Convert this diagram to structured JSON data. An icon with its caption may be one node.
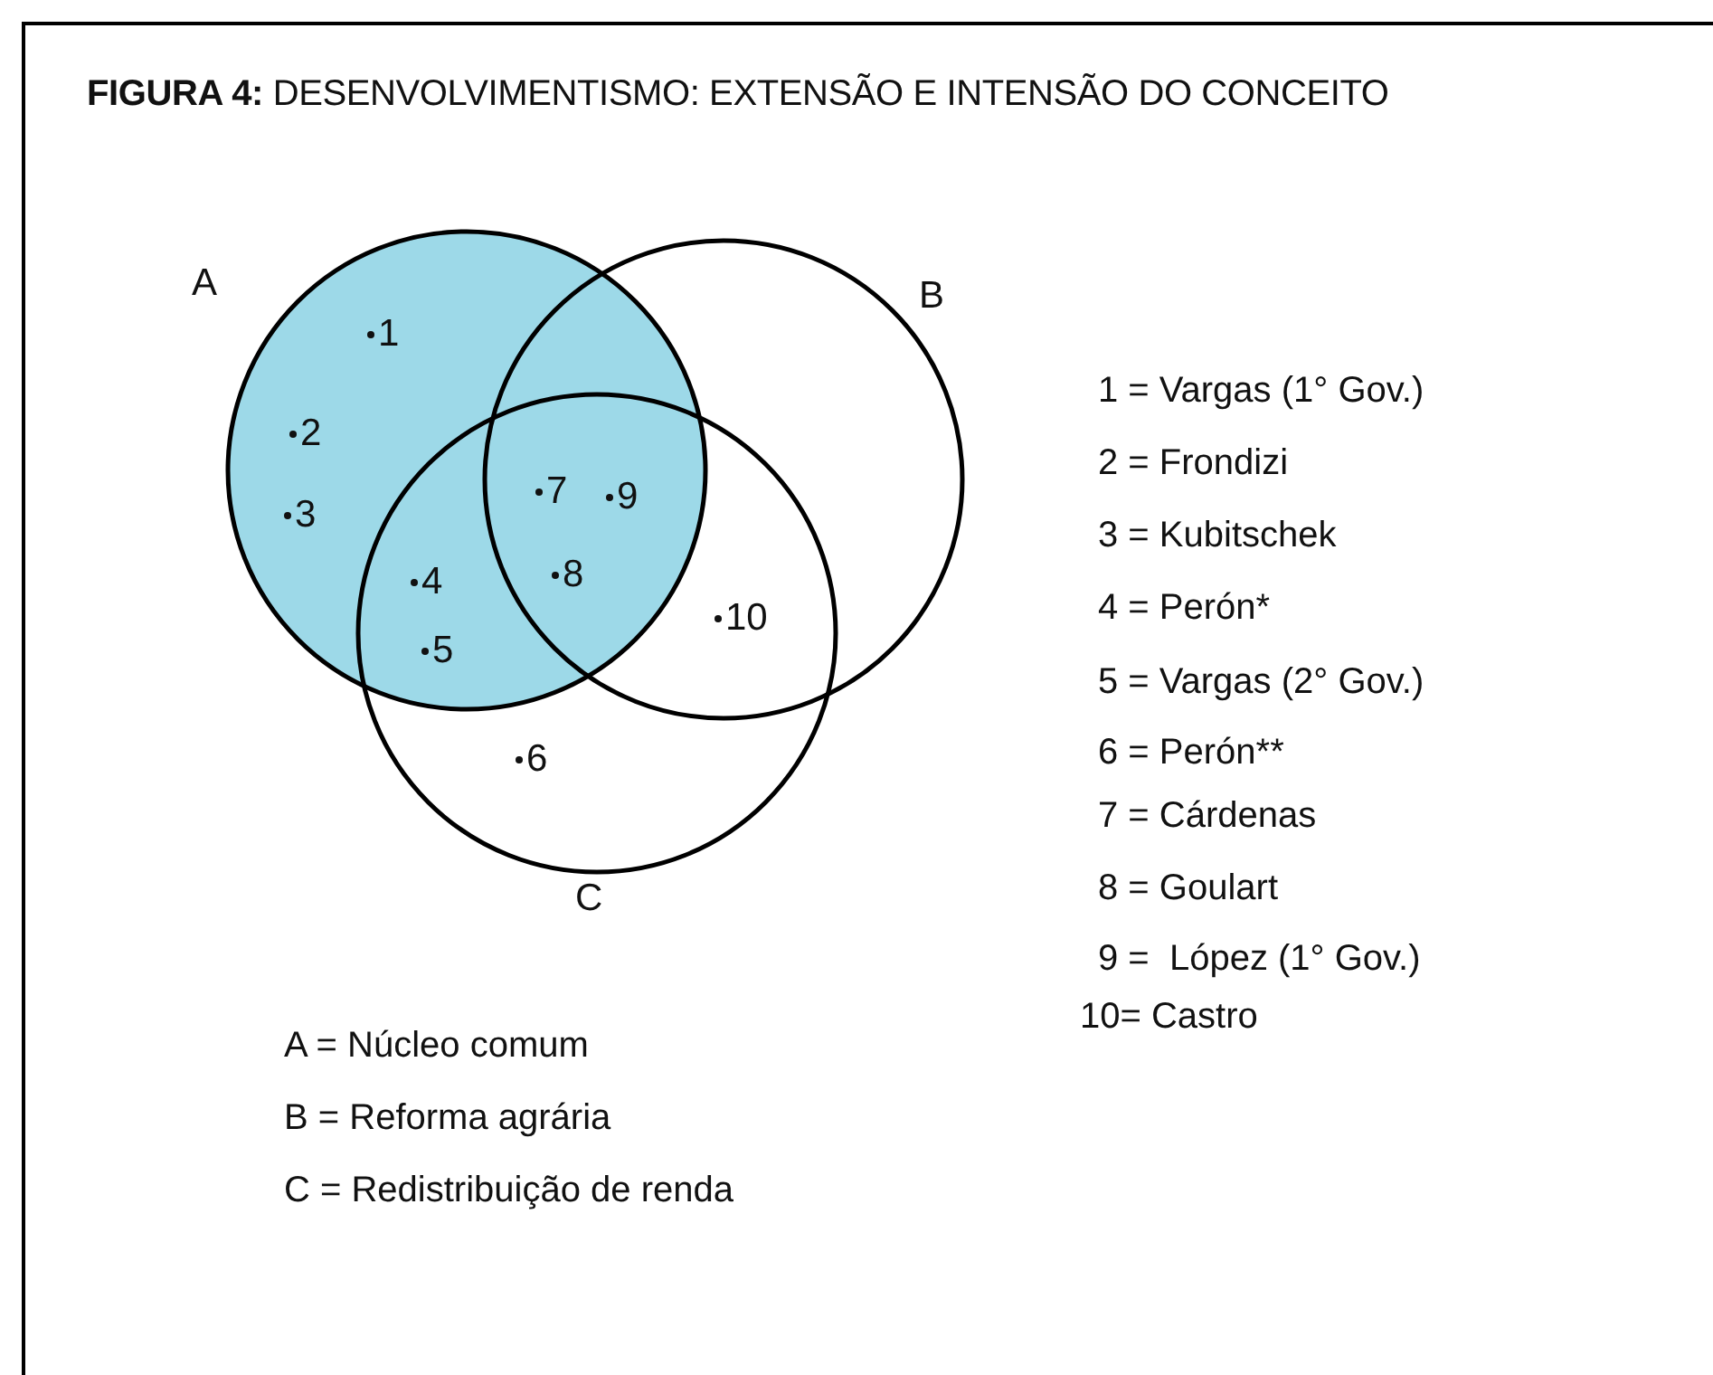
{
  "diagram": {
    "title": "**FIGURA 4:** DESENVOLVIMENTISMO: EXTENSÃO E INTENSÃO DO CONCEITO",
    "nodes": [
      {
        "text": [
          "A"
        ]
      },
      {
        "text": [
          "B"
        ]
      },
      {
        "text": [
          "C"
        ]
      }
    ],
    "edges": [],
    "labels": [
      "1",
      "2",
      "3",
      "4",
      "5",
      "6",
      "7",
      "8",
      "9",
      "10",
      "1 = Vargas (1° Gov.)",
      "2 = Frondizi",
      "3 = Kubitschek",
      "4 = Perón*",
      "5 = Vargas (2° Gov.)",
      "6 = Perón**",
      "7 = Cárdenas",
      "8 = Goulart",
      "9 =  López (1° Gov.)",
      "10= Castro",
      "A = Núcleo comum",
      "B = Reforma agrária",
      "C = Redistribuição de renda"
    ]
  }
}
